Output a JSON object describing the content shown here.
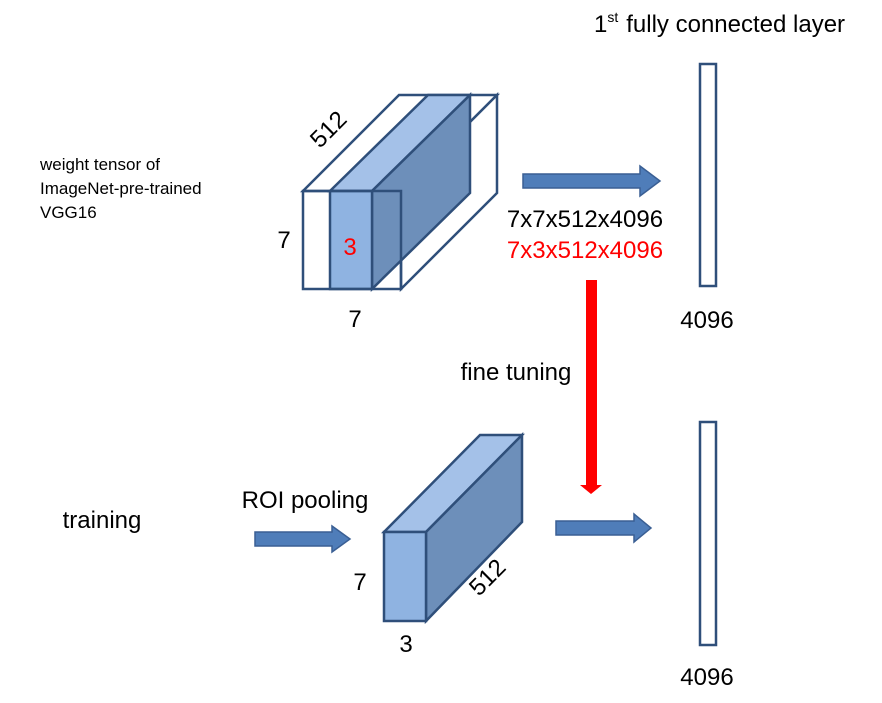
{
  "colors": {
    "outline": "#2f4f7a",
    "block_front": "#8fb3e1",
    "block_top": "#a4c1e8",
    "block_side": "#6d8fba",
    "blue_arrow": "#4f7db9",
    "red_arrow": "#ff0000",
    "highlight_text": "#ff0000"
  },
  "header": {
    "fc_layer_number": "1",
    "fc_layer_superscript": "st",
    "fc_layer_rest": "fully connected layer"
  },
  "top_section": {
    "weight_label_lines": [
      "weight tensor of",
      "ImageNet-pre-trained",
      "VGG16"
    ],
    "tensor": {
      "depth_label": "512",
      "height_label": "7",
      "width_label": "7",
      "slice_width_label": "3"
    },
    "shape_original": "7x7x512x4096",
    "shape_sliced": "7x3x512x4096",
    "fc_size": "4096"
  },
  "middle": {
    "fine_tuning_label": "fine tuning"
  },
  "bottom_section": {
    "training_label": "training",
    "roi_pooling_label": "ROI pooling",
    "block": {
      "height_label": "7",
      "depth_label": "512",
      "width_label": "3"
    },
    "fc_size": "4096"
  }
}
